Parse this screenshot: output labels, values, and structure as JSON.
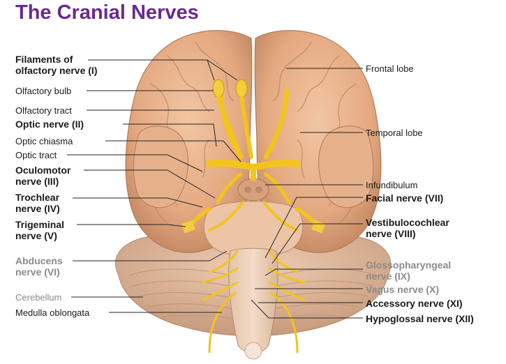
{
  "title": "The Cranial Nerves",
  "labels_left": [
    {
      "l1": "Filaments of",
      "l2": "olfactory nerve (I)",
      "bold": true
    },
    {
      "l1": "Olfactory bulb",
      "l2": "",
      "bold": false
    },
    {
      "l1": "Olfactory tract",
      "l2": "",
      "bold": false
    },
    {
      "l1": "Optic nerve (II)",
      "l2": "",
      "bold": true
    },
    {
      "l1": "Optic chiasma",
      "l2": "",
      "bold": false
    },
    {
      "l1": "Optic tract",
      "l2": "",
      "bold": false
    },
    {
      "l1": "Oculomotor",
      "l2": "nerve (III)",
      "bold": true
    },
    {
      "l1": "Trochlear",
      "l2": "nerve (IV)",
      "bold": true
    },
    {
      "l1": "Trigeminal",
      "l2": "nerve (V)",
      "bold": true
    },
    {
      "l1": "Abducens",
      "l2": "nerve (VI)",
      "bold": true
    },
    {
      "l1": "Cerebellum",
      "l2": "",
      "bold": false
    },
    {
      "l1": "Medulla oblongata",
      "l2": "",
      "bold": false
    }
  ],
  "labels_right": [
    {
      "l1": "Frontal lobe",
      "l2": "",
      "bold": false
    },
    {
      "l1": "Temporal lobe",
      "l2": "",
      "bold": false
    },
    {
      "l1": "Infundibulum",
      "l2": "",
      "bold": false
    },
    {
      "l1": "Facial nerve (VII)",
      "l2": "",
      "bold": true
    },
    {
      "l1": "Vestibulocochlear",
      "l2": "nerve (VIII)",
      "bold": true
    },
    {
      "l1": "Glossopharyngeal",
      "l2": "nerve (IX)",
      "bold": true
    },
    {
      "l1": "Vagus nerve (X)",
      "l2": "",
      "bold": true
    },
    {
      "l1": "Accessory nerve (XI)",
      "l2": "",
      "bold": true
    },
    {
      "l1": "Hypoglossal nerve (XII)",
      "l2": "",
      "bold": true
    }
  ],
  "colors": {
    "title": "#6a2a91",
    "brain": "#e8b48f",
    "brain_dark": "#c98d68",
    "nerve": "#f2c41d",
    "leader": "#222222"
  }
}
